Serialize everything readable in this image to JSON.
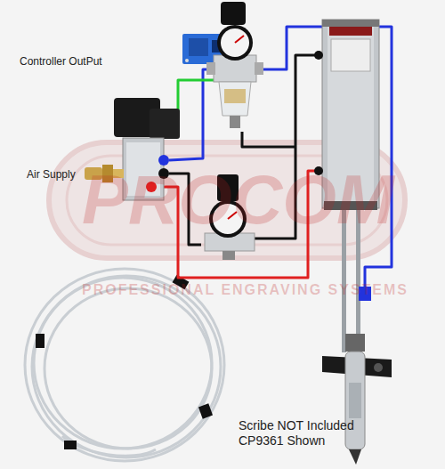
{
  "diagram": {
    "labels": [
      "Controller OutPut",
      "Air Supply",
      "PROCOM",
      "PROFESSIONAL ENGRAVING SYSTEMS",
      "Scribe NOT Included CP9361 Shown"
    ]
  }
}
